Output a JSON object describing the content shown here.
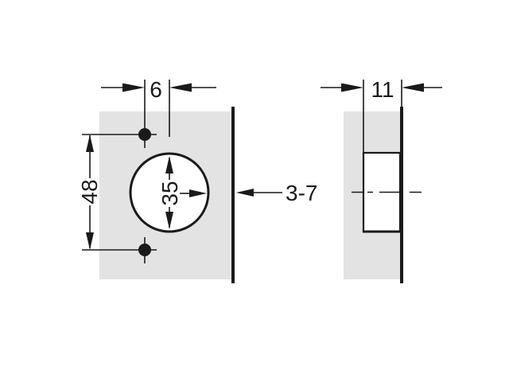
{
  "colors": {
    "background": "#ffffff",
    "panel_fill": "#e3e3e3",
    "line": "#1a1a1a"
  },
  "front_view": {
    "top_dimension_label": "6",
    "screw_spacing_label": "48",
    "cup_diameter_label": "35",
    "edge_distance_label": "3-7"
  },
  "side_view": {
    "thickness_label": "11"
  }
}
